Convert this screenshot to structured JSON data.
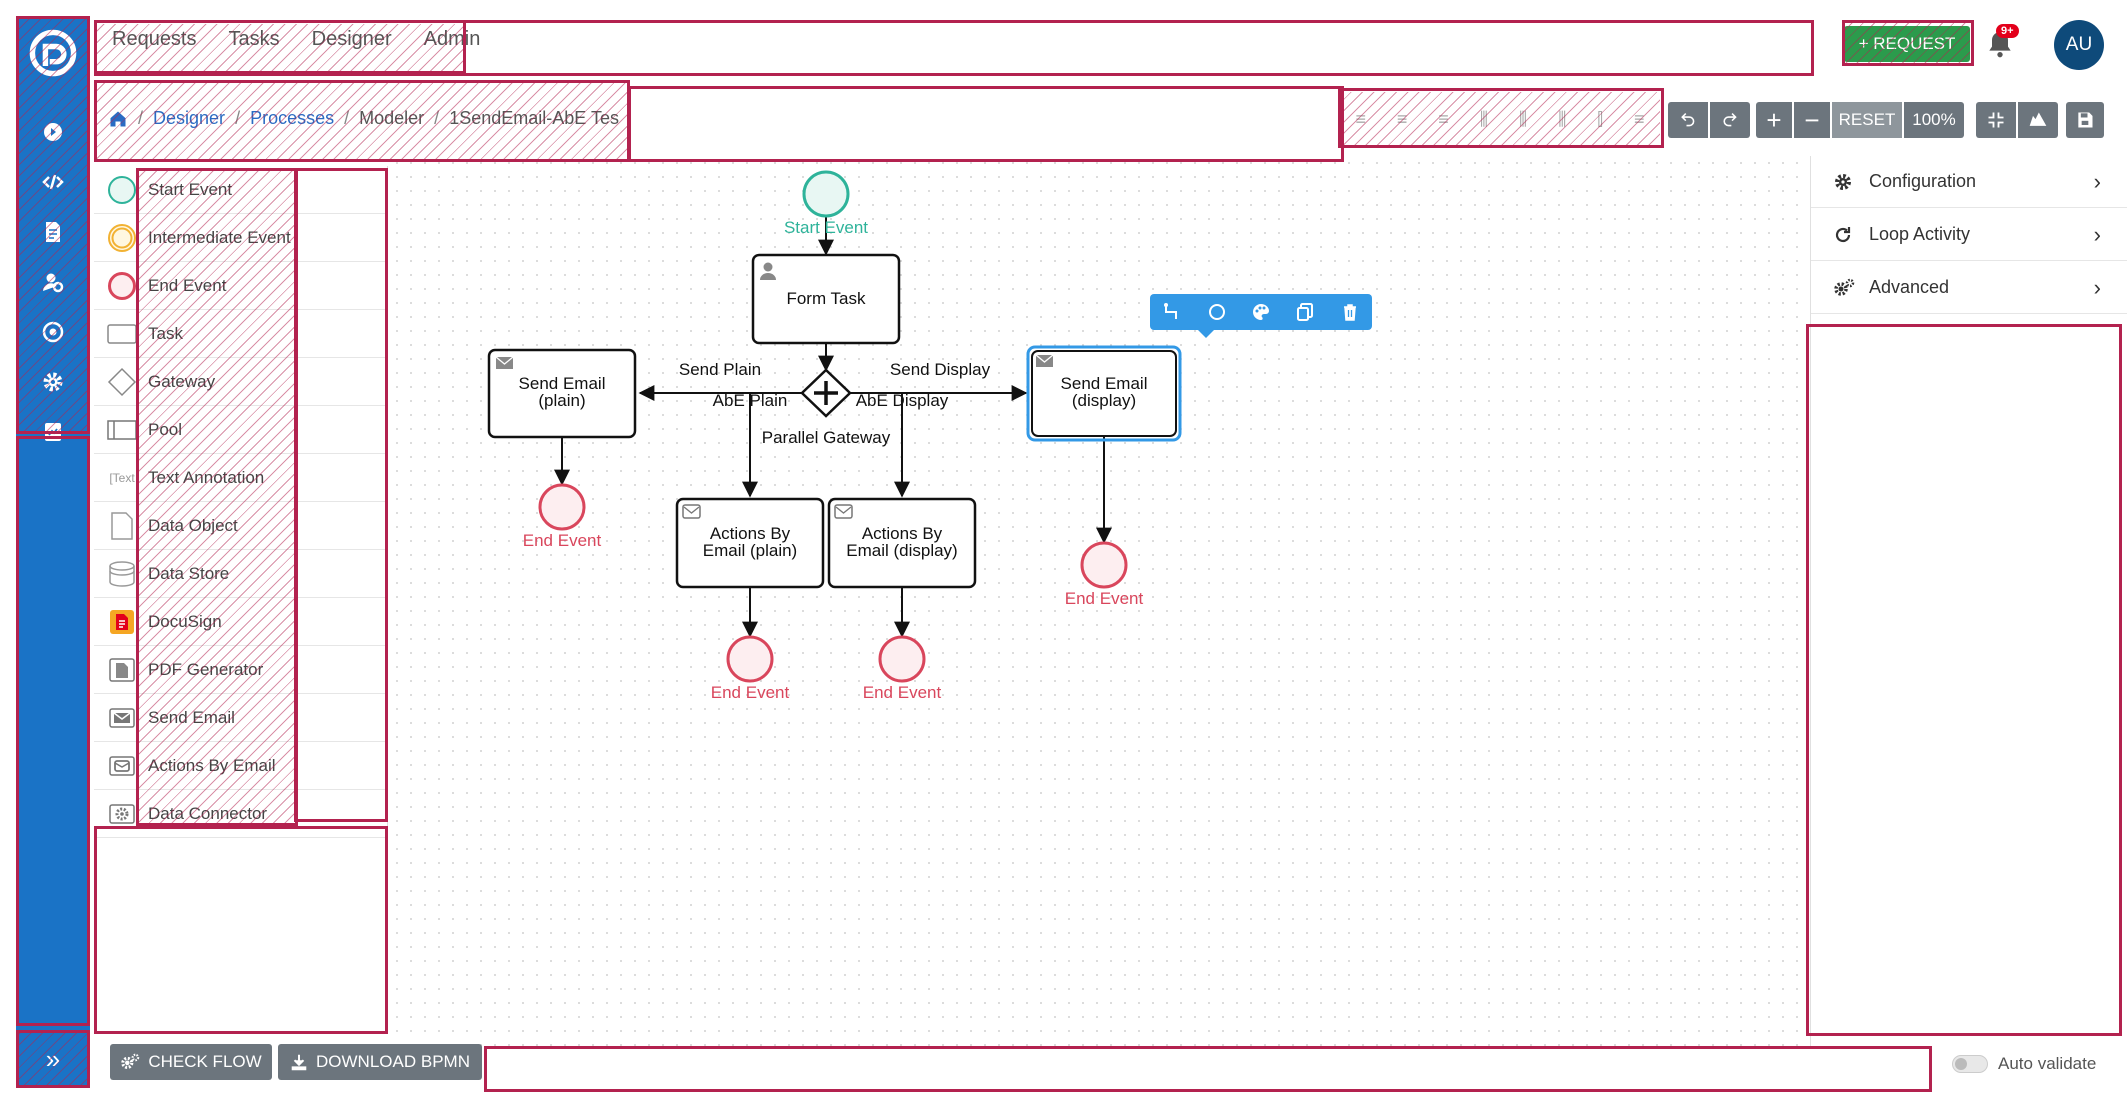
{
  "topnav": {
    "items": [
      "Requests",
      "Tasks",
      "Designer",
      "Admin"
    ],
    "request_button": "+ REQUEST",
    "notification_badge": "9+",
    "avatar_initials": "AU"
  },
  "breadcrumb": {
    "items": [
      "Designer",
      "Processes",
      "Modeler",
      "1SendEmail-AbE Tes"
    ]
  },
  "toolbar": {
    "reset_label": "RESET",
    "zoom_label": "100%"
  },
  "palette": {
    "items": [
      {
        "label": "Start Event",
        "icon": "start-event-icon"
      },
      {
        "label": "Intermediate Event",
        "icon": "intermediate-event-icon"
      },
      {
        "label": "End Event",
        "icon": "end-event-icon"
      },
      {
        "label": "Task",
        "icon": "task-icon"
      },
      {
        "label": "Gateway",
        "icon": "gateway-icon"
      },
      {
        "label": "Pool",
        "icon": "pool-icon"
      },
      {
        "label": "Text Annotation",
        "icon": "text-annotation-icon"
      },
      {
        "label": "Data Object",
        "icon": "data-object-icon"
      },
      {
        "label": "Data Store",
        "icon": "data-store-icon"
      },
      {
        "label": "DocuSign",
        "icon": "docusign-icon"
      },
      {
        "label": "PDF Generator",
        "icon": "pdf-generator-icon"
      },
      {
        "label": "Send Email",
        "icon": "send-email-icon"
      },
      {
        "label": "Actions By Email",
        "icon": "actions-by-email-icon"
      },
      {
        "label": "Data Connector",
        "icon": "data-connector-icon"
      }
    ],
    "text_annotation_icon_text": "[Text"
  },
  "right_panel": {
    "items": [
      "Configuration",
      "Loop Activity",
      "Advanced"
    ]
  },
  "diagram": {
    "start_event": "Start Event",
    "form_task": "Form Task",
    "gateway": "Parallel Gateway",
    "send_plain_label": "Send Plain",
    "abe_plain_label": "AbE Plain",
    "send_display_label": "Send Display",
    "abe_display_label": "AbE Display",
    "send_email_plain": [
      "Send Email",
      "(plain)"
    ],
    "send_email_display": [
      "Send Email",
      "(display)"
    ],
    "abe_plain_task": [
      "Actions By",
      "Email (plain)"
    ],
    "abe_display_task": [
      "Actions By",
      "Email (display)"
    ],
    "end_event": "End Event"
  },
  "bottom": {
    "check_flow": "CHECK FLOW",
    "download_bpmn": "DOWNLOAD BPMN",
    "auto_validate": "Auto validate"
  },
  "colors": {
    "sidebar": "#1a73c6",
    "request_button": "#2b9b4c",
    "start_event": "#2eb39a",
    "end_event": "#d9465c",
    "selection": "#3399e6",
    "annotation": "#b3224f"
  }
}
